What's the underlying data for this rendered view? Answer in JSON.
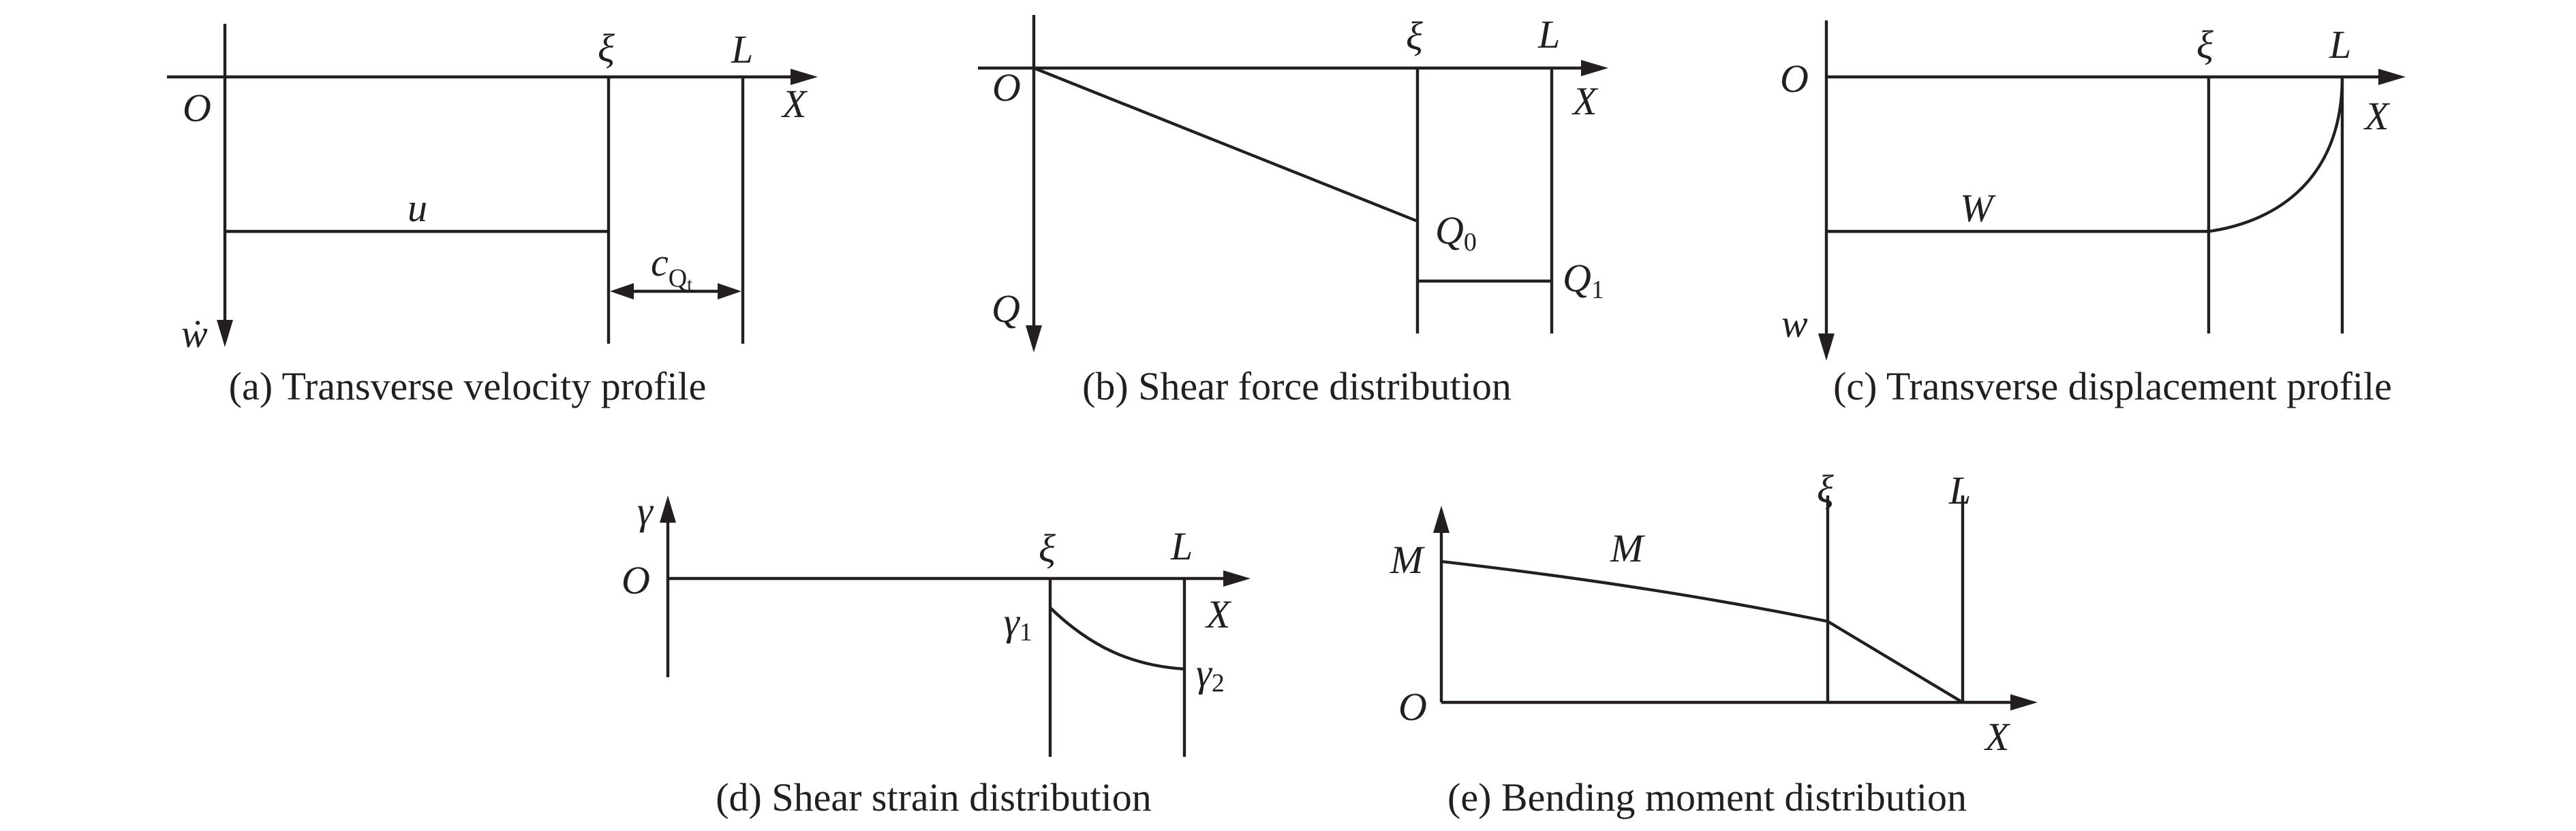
{
  "panels": {
    "a": {
      "caption": "(a) Transverse velocity profile",
      "labels": {
        "origin": "O",
        "xi": "ξ",
        "L": "L",
        "x_axis": "X",
        "y_axis": "ẇ",
        "u": "u",
        "c": "c",
        "c_sub": "Q",
        "c_subsub": "t"
      }
    },
    "b": {
      "caption": "(b) Shear force distribution",
      "labels": {
        "origin": "O",
        "xi": "ξ",
        "L": "L",
        "x_axis": "X",
        "y_axis": "Q",
        "q0": "Q",
        "q0_sub": "0",
        "q1": "Q",
        "q1_sub": "1"
      }
    },
    "c": {
      "caption": "(c) Transverse displacement profile",
      "labels": {
        "origin": "O",
        "xi": "ξ",
        "L": "L",
        "x_axis": "X",
        "y_axis": "w",
        "W": "W"
      }
    },
    "d": {
      "caption": "(d) Shear strain distribution",
      "labels": {
        "origin": "O",
        "xi": "ξ",
        "L": "L",
        "x_axis": "X",
        "y_axis": "γ",
        "g1": "γ",
        "g1_sub": "1",
        "g2": "γ",
        "g2_sub": "2"
      }
    },
    "e": {
      "caption": "(e) Bending moment distribution",
      "labels": {
        "origin": "O",
        "xi": "ξ",
        "L": "L",
        "x_axis": "X",
        "y_axis": "M",
        "curve": "M"
      }
    }
  }
}
